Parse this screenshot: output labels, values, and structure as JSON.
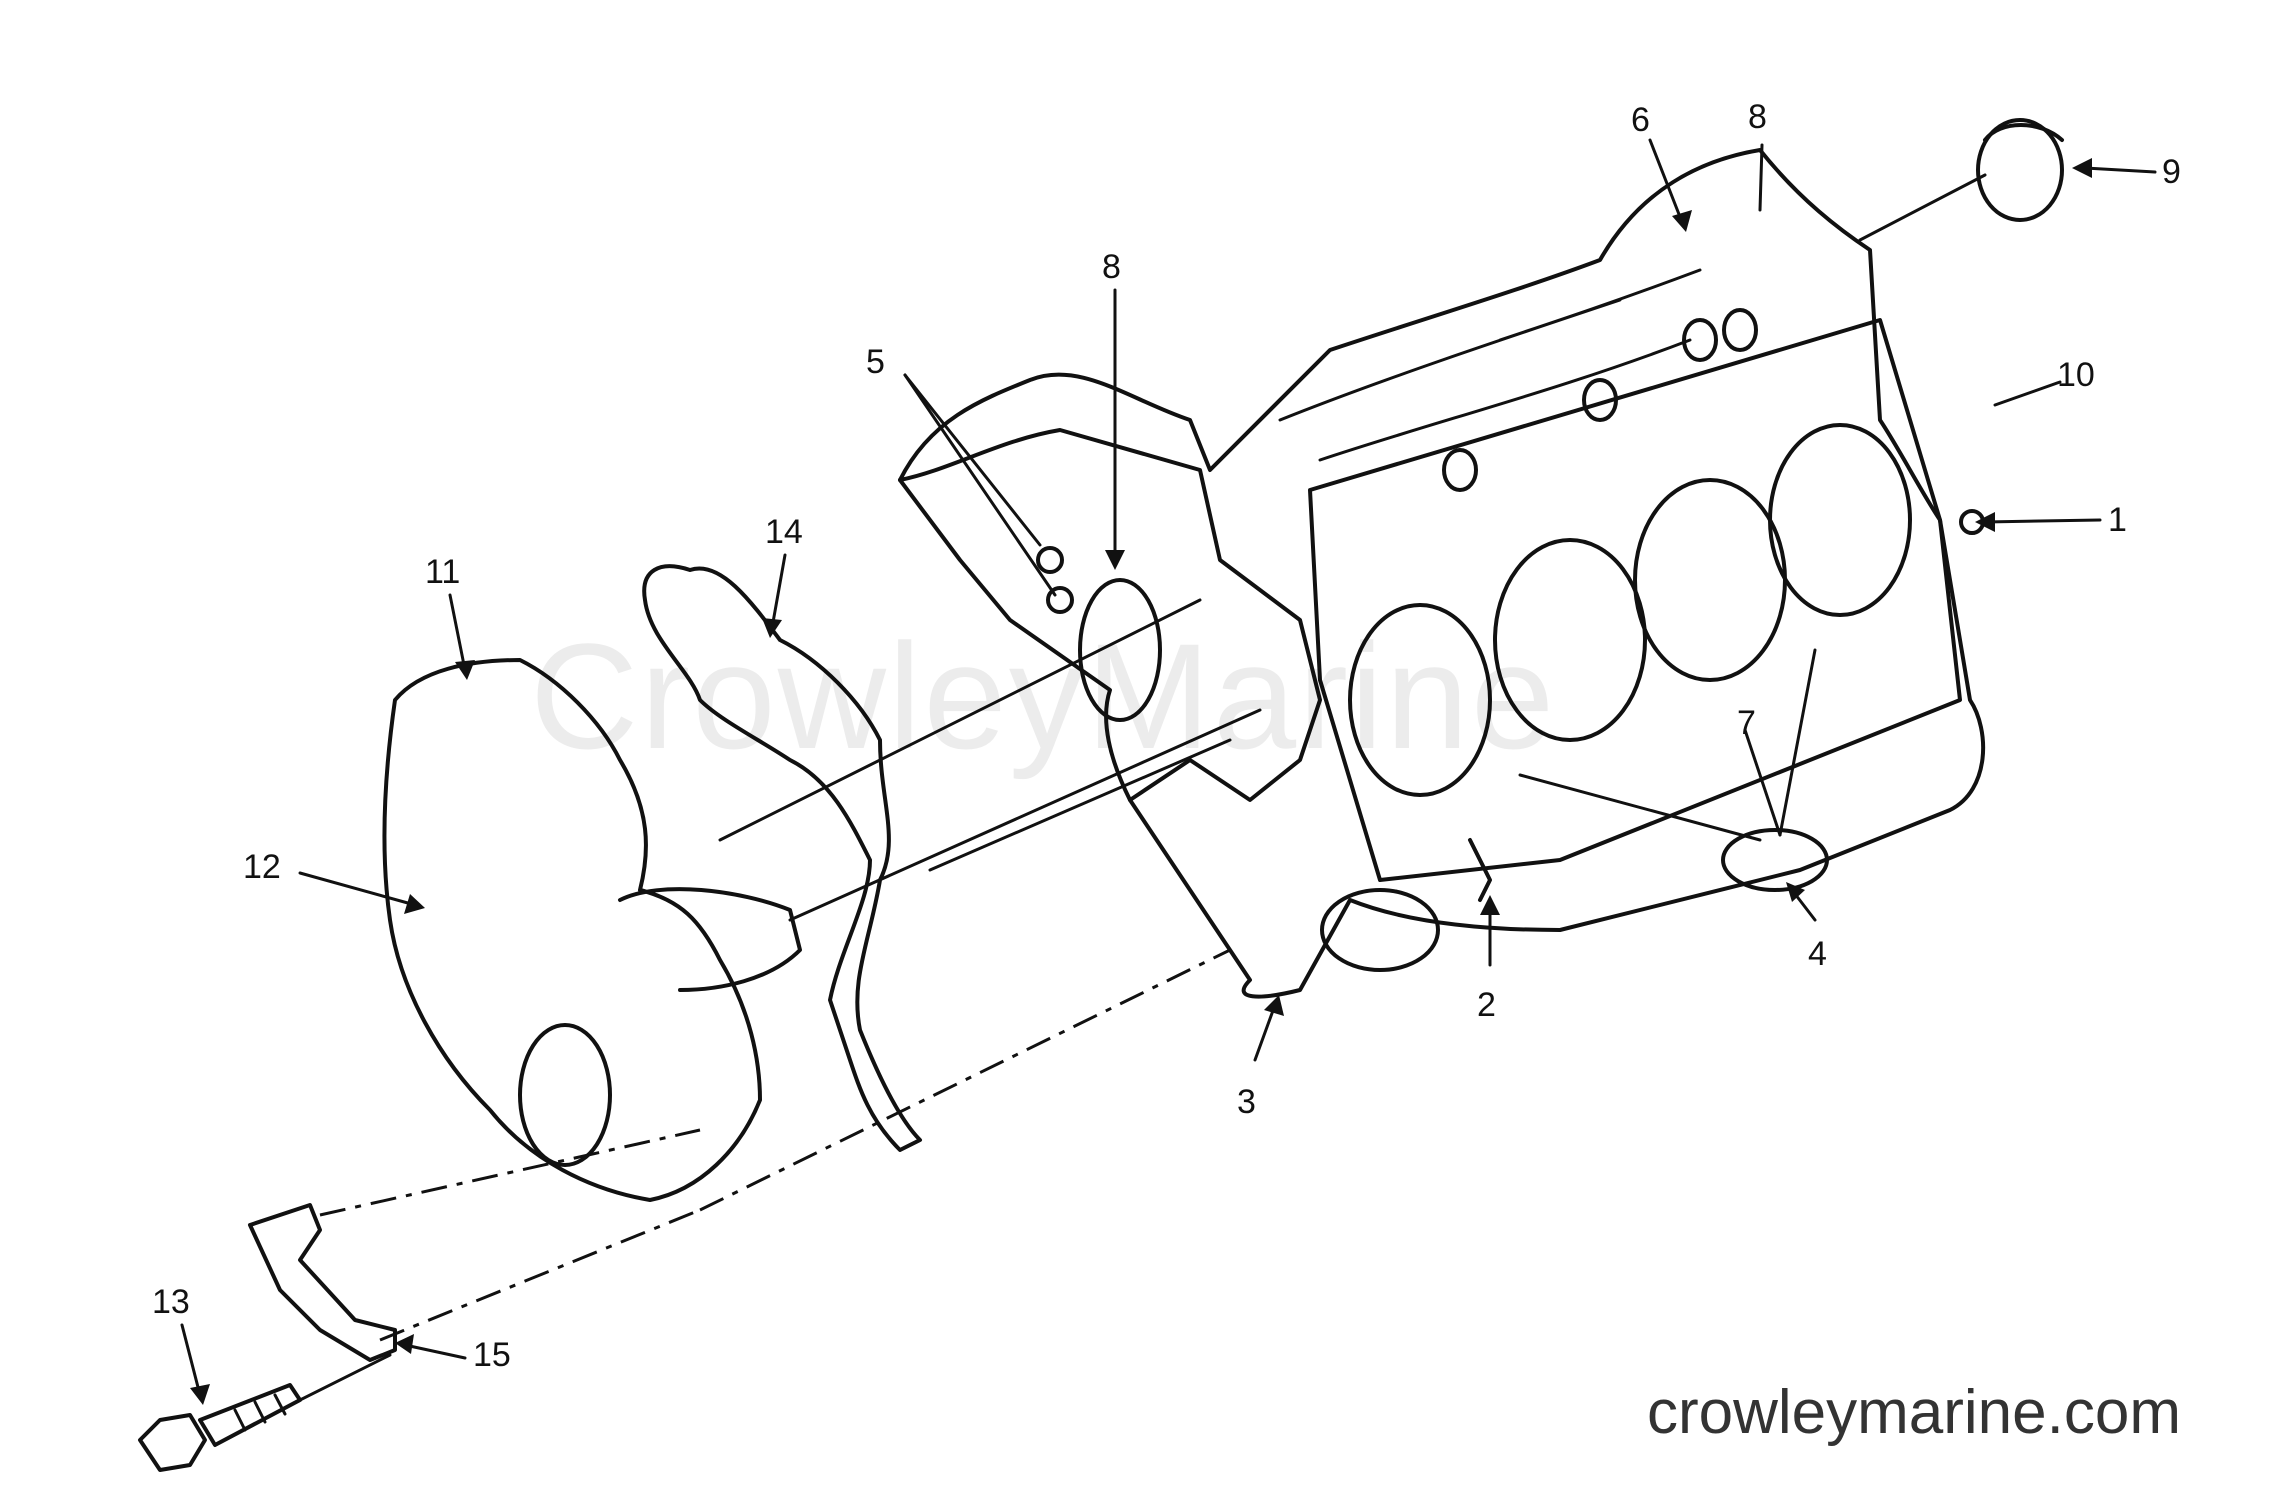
{
  "diagram": {
    "callouts": [
      {
        "id": "c1",
        "label": "1"
      },
      {
        "id": "c2",
        "label": "2"
      },
      {
        "id": "c3",
        "label": "3"
      },
      {
        "id": "c4",
        "label": "4"
      },
      {
        "id": "c5",
        "label": "5"
      },
      {
        "id": "c6",
        "label": "6"
      },
      {
        "id": "c7",
        "label": "7"
      },
      {
        "id": "c8a",
        "label": "8"
      },
      {
        "id": "c8b",
        "label": "8"
      },
      {
        "id": "c9",
        "label": "9"
      },
      {
        "id": "c10",
        "label": "10"
      },
      {
        "id": "c11",
        "label": "11"
      },
      {
        "id": "c12",
        "label": "12"
      },
      {
        "id": "c13",
        "label": "13"
      },
      {
        "id": "c14",
        "label": "14"
      },
      {
        "id": "c15",
        "label": "15"
      }
    ],
    "watermark": "CrowleyMarine",
    "site_url": "crowleymarine.com"
  }
}
